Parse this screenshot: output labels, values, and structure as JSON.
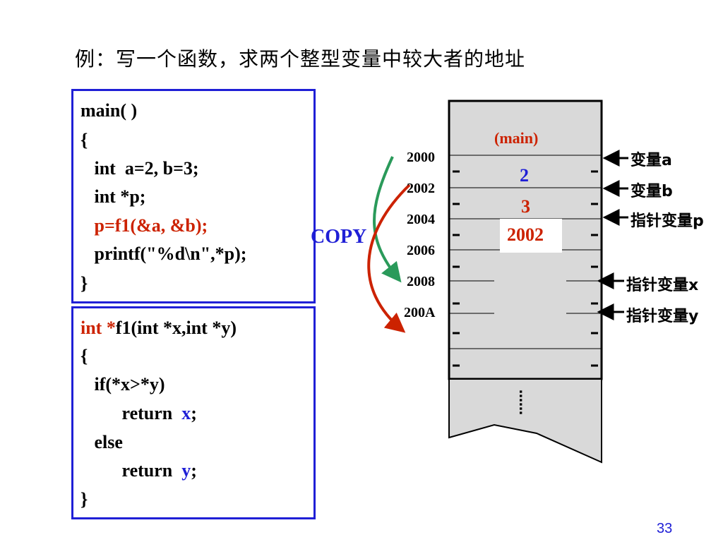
{
  "title": "例：写一个函数，求两个整型变量中较大者的地址",
  "code_main": {
    "lines": [
      "main( )",
      "{",
      "   int  a=2, b=3;",
      "   int *p;",
      "   p=f1(&a, &b);",
      "   printf(\"%d\\n\",*p);",
      "}"
    ]
  },
  "code_f1": {
    "sig_type": "int *",
    "sig_rest": "f1(int *x,int *y)",
    "lines": [
      "{",
      "   if(*x>*y)",
      "         return  ",
      "   else",
      "         return  ",
      "}"
    ],
    "ret_x": "x",
    "ret_y": "y",
    "semicolon": ";"
  },
  "memory": {
    "frame_label": "(main)",
    "addresses": [
      "2000",
      "2002",
      "2004",
      "2006",
      "2008",
      "200A"
    ],
    "values": {
      "a": "2",
      "b": "3",
      "p": "2002"
    },
    "ellipsis": "……",
    "labels": [
      "变量a",
      "变量b",
      "指针变量p",
      "指针变量x",
      "指针变量y"
    ]
  },
  "copy_label": "COPY",
  "page_number": "33",
  "colors": {
    "blue": "#1f1fd6",
    "red": "#cc2200",
    "green": "#2a9a5a",
    "memory_fill": "#d9d9d9"
  }
}
